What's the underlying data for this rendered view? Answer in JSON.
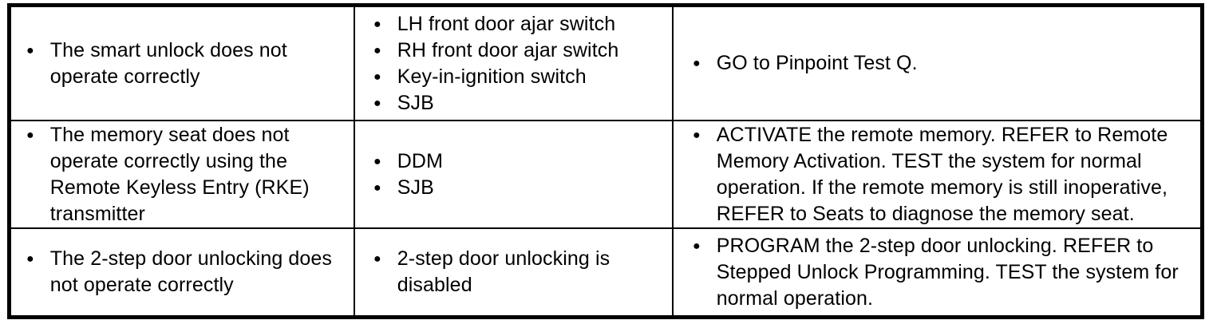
{
  "glyphs": {
    "bullet": "●"
  },
  "colors": {
    "background": "#ffffff",
    "border": "#000000",
    "text": "#000000"
  },
  "table": {
    "rows": [
      {
        "condition": [
          "The smart unlock does not operate correctly"
        ],
        "possible_sources": [
          "LH front door ajar switch",
          "RH front door ajar switch",
          "Key-in-ignition switch",
          "SJB"
        ],
        "action": [
          "GO to Pinpoint Test Q."
        ]
      },
      {
        "condition": [
          "The memory seat does not operate correctly using the Remote Keyless Entry (RKE) transmitter"
        ],
        "possible_sources": [
          "DDM",
          "SJB"
        ],
        "action": [
          "ACTIVATE the remote memory. REFER to Remote Memory Activation. TEST the system for normal operation. If the remote memory is still inoperative, REFER to Seats to diagnose the memory seat."
        ]
      },
      {
        "condition": [
          "The 2-step door unlocking does not operate correctly"
        ],
        "possible_sources": [
          "2-step door unlocking is disabled"
        ],
        "action": [
          "PROGRAM the 2-step door unlocking. REFER to Stepped Unlock Programming. TEST the system for normal operation."
        ]
      }
    ]
  }
}
